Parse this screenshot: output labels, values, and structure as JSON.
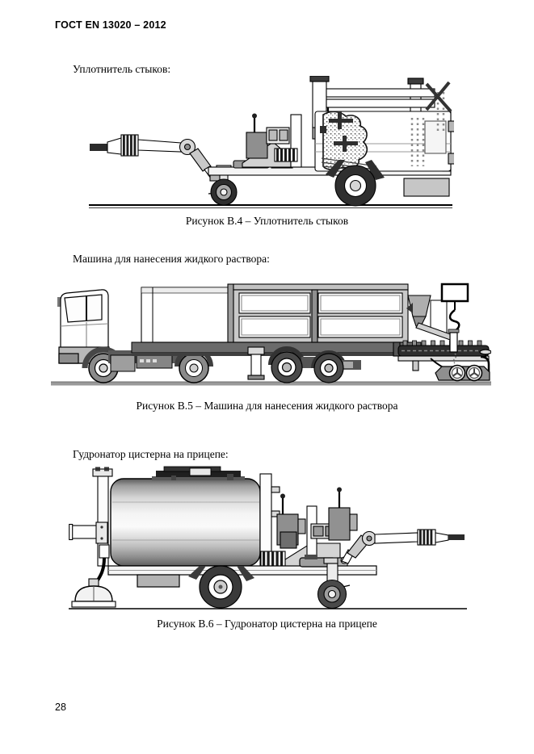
{
  "header": {
    "title": "ГОСТ EN 13020 – 2012"
  },
  "figures": [
    {
      "id": "B.4",
      "label": "Уплотнитель стыков:",
      "caption": "Рисунок В.4 – Уплотнитель стыков"
    },
    {
      "id": "B.5",
      "label": "Машина для нанесения жидкого раствора:",
      "caption": "Рисунок В.5 – Машина для нанесения жидкого раствора"
    },
    {
      "id": "B.6",
      "label": "Гудронатор цистерна на прицепе:",
      "caption": "Рисунок В.6 – Гудронатор цистерна на прицепе"
    }
  ],
  "page_number": "28",
  "colors": {
    "ink": "#000000",
    "paper": "#ffffff",
    "gray_light": "#d9d9d9",
    "gray_mid": "#9a9a9a",
    "gray_dark": "#3a3a3a"
  }
}
